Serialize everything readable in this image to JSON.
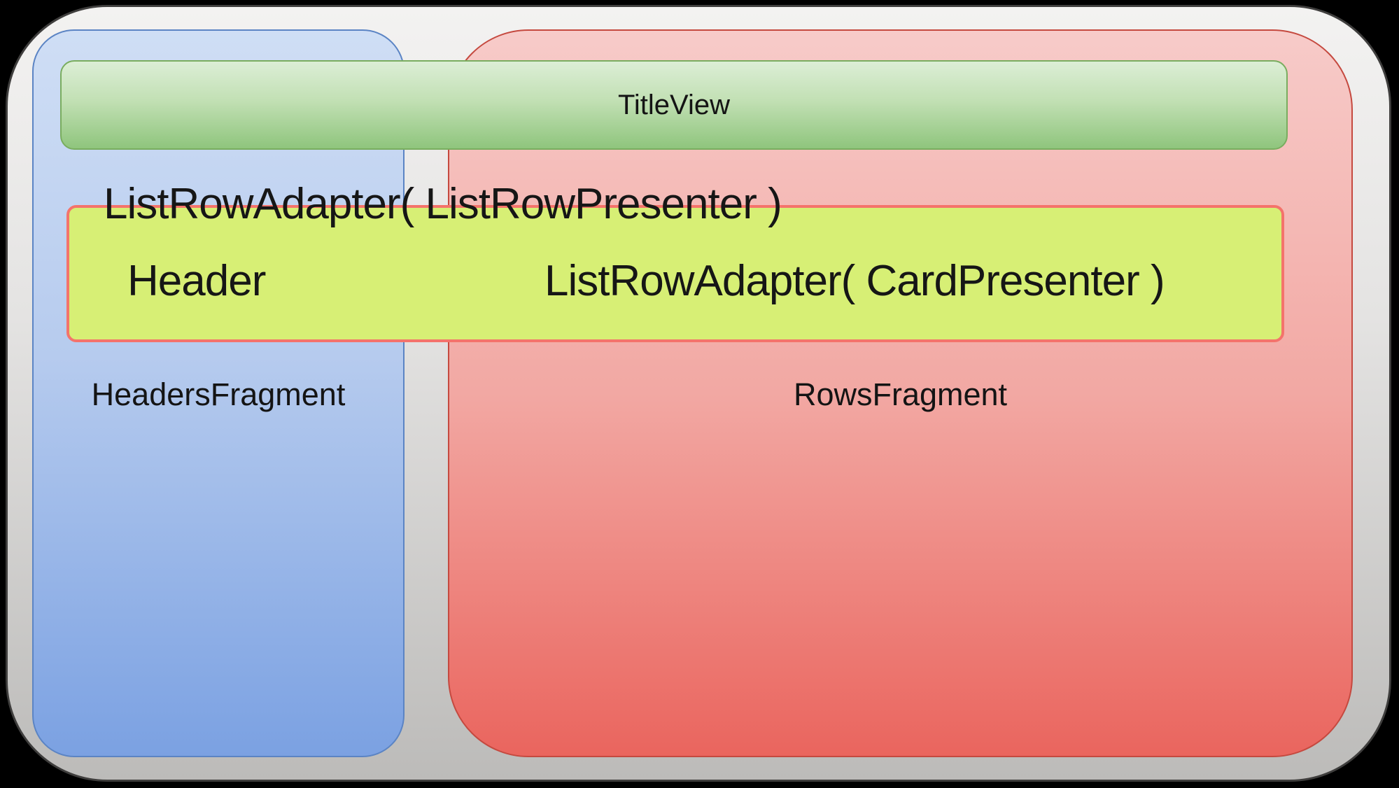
{
  "diagram": {
    "labels": {
      "title_view": "TitleView",
      "list_row_adapter_presenter": "ListRowAdapter( ListRowPresenter )",
      "header": "Header",
      "list_row_adapter_card": "ListRowAdapter( CardPresenter )",
      "headers_fragment": "HeadersFragment",
      "rows_fragment": "RowsFragment"
    },
    "colors": {
      "canvas": "#000000",
      "frame_gradient_top": "#f3f2f1",
      "frame_gradient_bottom": "#bcbbb9",
      "frame_border": "#3f3e3d",
      "headers_gradient_top": "#cfdef5",
      "headers_gradient_bottom": "#7ba1e2",
      "headers_border": "#5b84c4",
      "rows_gradient_top": "#f7cbc9",
      "rows_gradient_bottom": "#ea655e",
      "rows_border": "#c5493f",
      "title_gradient_top": "#dceed6",
      "title_gradient_bottom": "#8fc57d",
      "title_border": "#79ad5f",
      "listrow_fill": "#d7ef75",
      "listrow_border": "#f4736b",
      "text": "#161616"
    }
  }
}
